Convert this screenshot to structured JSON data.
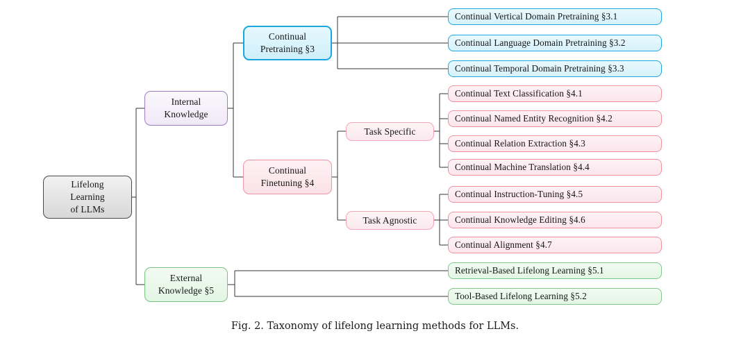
{
  "figure": {
    "caption": "Fig. 2.  Taxonomy of lifelong learning methods for LLMs."
  },
  "colors": {
    "root_border": "#4a4a4a",
    "root_fill": "#e3e3e3",
    "internal_border": "#9b7fc4",
    "external_border": "#76c47f",
    "pretraining_border": "#17a6dd",
    "finetuning_border": "#ef94a6",
    "edge": "#333333"
  },
  "tree": {
    "root": {
      "label": "Lifelong\nLearning\nof LLMs"
    },
    "level2": [
      {
        "label": "Internal\nKnowledge"
      },
      {
        "label": "External\nKnowledge §5"
      }
    ],
    "level3": [
      {
        "label": "Continual\nPretraining §3"
      },
      {
        "label": "Continual\nFinetuning §4"
      }
    ],
    "level4": [
      {
        "label": "Task  Specific"
      },
      {
        "label": "Task  Agnostic"
      }
    ],
    "pretraining_leaves": [
      {
        "label": "Continual Vertical Domain Pretraining §3.1"
      },
      {
        "label": "Continual Language Domain Pretraining §3.2"
      },
      {
        "label": "Continual Temporal Domain Pretraining §3.3"
      }
    ],
    "task_specific_leaves": [
      {
        "label": "Continual Text Classification §4.1"
      },
      {
        "label": "Continual Named Entity Recognition §4.2"
      },
      {
        "label": "Continual Relation Extraction §4.3"
      },
      {
        "label": "Continual Machine Translation §4.4"
      }
    ],
    "task_agnostic_leaves": [
      {
        "label": "Continual Instruction-Tuning §4.5"
      },
      {
        "label": "Continual Knowledge Editing §4.6"
      },
      {
        "label": "Continual Alignment §4.7"
      }
    ],
    "external_leaves": [
      {
        "label": "Retrieval-Based Lifelong Learning §5.1"
      },
      {
        "label": "Tool-Based Lifelong Learning §5.2"
      }
    ]
  }
}
